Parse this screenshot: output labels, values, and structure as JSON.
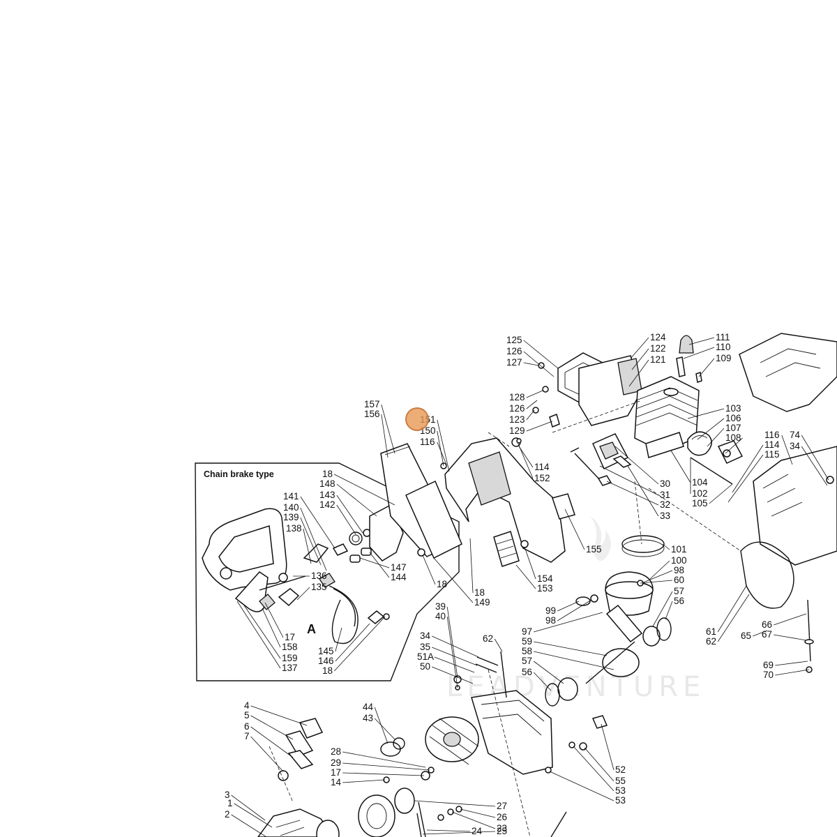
{
  "diagram": {
    "inset_title": "Chain brake type",
    "inset_callout": "A",
    "watermark": "LEADVENTURE",
    "colors": {
      "ink": "#111111",
      "paper": "#ffffff",
      "watermark": "#e8e8e8",
      "cursor": "#e8965a"
    },
    "labels": [
      {
        "id": "l125",
        "text": "125"
      },
      {
        "id": "l126a",
        "text": "126"
      },
      {
        "id": "l127",
        "text": "127"
      },
      {
        "id": "l124",
        "text": "124"
      },
      {
        "id": "l122",
        "text": "122"
      },
      {
        "id": "l121",
        "text": "121"
      },
      {
        "id": "l111",
        "text": "111"
      },
      {
        "id": "l110",
        "text": "110"
      },
      {
        "id": "l109",
        "text": "109"
      },
      {
        "id": "l128",
        "text": "128"
      },
      {
        "id": "l126b",
        "text": "126"
      },
      {
        "id": "l123",
        "text": "123"
      },
      {
        "id": "l129",
        "text": "129"
      },
      {
        "id": "l157",
        "text": "157"
      },
      {
        "id": "l156",
        "text": "156"
      },
      {
        "id": "l151",
        "text": "151"
      },
      {
        "id": "l150",
        "text": "150"
      },
      {
        "id": "l116a",
        "text": "116"
      },
      {
        "id": "l114a",
        "text": "114"
      },
      {
        "id": "l152",
        "text": "152"
      },
      {
        "id": "l103",
        "text": "103"
      },
      {
        "id": "l106",
        "text": "106"
      },
      {
        "id": "l107",
        "text": "107"
      },
      {
        "id": "l108",
        "text": "108"
      },
      {
        "id": "l116b",
        "text": "116"
      },
      {
        "id": "l74",
        "text": "74"
      },
      {
        "id": "l34a",
        "text": "34"
      },
      {
        "id": "l114b",
        "text": "114"
      },
      {
        "id": "l115",
        "text": "115"
      },
      {
        "id": "l104",
        "text": "104"
      },
      {
        "id": "l102",
        "text": "102"
      },
      {
        "id": "l105",
        "text": "105"
      },
      {
        "id": "l30",
        "text": "30"
      },
      {
        "id": "l31",
        "text": "31"
      },
      {
        "id": "l32",
        "text": "32"
      },
      {
        "id": "l33",
        "text": "33"
      },
      {
        "id": "l155",
        "text": "155"
      },
      {
        "id": "l18a",
        "text": "18"
      },
      {
        "id": "l148",
        "text": "148"
      },
      {
        "id": "l141",
        "text": "141"
      },
      {
        "id": "l143",
        "text": "143"
      },
      {
        "id": "l140",
        "text": "140"
      },
      {
        "id": "l142",
        "text": "142"
      },
      {
        "id": "l139",
        "text": "139"
      },
      {
        "id": "l138",
        "text": "138"
      },
      {
        "id": "l147",
        "text": "147"
      },
      {
        "id": "l144",
        "text": "144"
      },
      {
        "id": "l18b",
        "text": "18"
      },
      {
        "id": "l18c",
        "text": "18"
      },
      {
        "id": "l149",
        "text": "149"
      },
      {
        "id": "l154",
        "text": "154"
      },
      {
        "id": "l153",
        "text": "153"
      },
      {
        "id": "l136",
        "text": "136"
      },
      {
        "id": "l135",
        "text": "135"
      },
      {
        "id": "l17a",
        "text": "17"
      },
      {
        "id": "l158",
        "text": "158"
      },
      {
        "id": "l159",
        "text": "159"
      },
      {
        "id": "l137",
        "text": "137"
      },
      {
        "id": "l145",
        "text": "145"
      },
      {
        "id": "l146",
        "text": "146"
      },
      {
        "id": "l18d",
        "text": "18"
      },
      {
        "id": "l101",
        "text": "101"
      },
      {
        "id": "l100",
        "text": "100"
      },
      {
        "id": "l98a",
        "text": "98"
      },
      {
        "id": "l60",
        "text": "60"
      },
      {
        "id": "l57a",
        "text": "57"
      },
      {
        "id": "l56a",
        "text": "56"
      },
      {
        "id": "l39",
        "text": "39"
      },
      {
        "id": "l40",
        "text": "40"
      },
      {
        "id": "l99",
        "text": "99"
      },
      {
        "id": "l98b",
        "text": "98"
      },
      {
        "id": "l97",
        "text": "97"
      },
      {
        "id": "l59",
        "text": "59"
      },
      {
        "id": "l58",
        "text": "58"
      },
      {
        "id": "l57b",
        "text": "57"
      },
      {
        "id": "l56b",
        "text": "56"
      },
      {
        "id": "l34b",
        "text": "34"
      },
      {
        "id": "l35",
        "text": "35"
      },
      {
        "id": "l51A",
        "text": "51A"
      },
      {
        "id": "l50",
        "text": "50"
      },
      {
        "id": "l62a",
        "text": "62"
      },
      {
        "id": "l61",
        "text": "61"
      },
      {
        "id": "l62b",
        "text": "62"
      },
      {
        "id": "l65",
        "text": "65"
      },
      {
        "id": "l66",
        "text": "66"
      },
      {
        "id": "l67",
        "text": "67"
      },
      {
        "id": "l69",
        "text": "69"
      },
      {
        "id": "l70",
        "text": "70"
      },
      {
        "id": "l4",
        "text": "4"
      },
      {
        "id": "l5",
        "text": "5"
      },
      {
        "id": "l6",
        "text": "6"
      },
      {
        "id": "l7",
        "text": "7"
      },
      {
        "id": "l44",
        "text": "44"
      },
      {
        "id": "l43",
        "text": "43"
      },
      {
        "id": "l28",
        "text": "28"
      },
      {
        "id": "l29",
        "text": "29"
      },
      {
        "id": "l17b",
        "text": "17"
      },
      {
        "id": "l14",
        "text": "14"
      },
      {
        "id": "l3",
        "text": "3"
      },
      {
        "id": "l1",
        "text": "1"
      },
      {
        "id": "l2",
        "text": "2"
      },
      {
        "id": "l27",
        "text": "27"
      },
      {
        "id": "l26",
        "text": "26"
      },
      {
        "id": "l23",
        "text": "23"
      },
      {
        "id": "l24",
        "text": "24"
      },
      {
        "id": "l25",
        "text": "25"
      },
      {
        "id": "l52",
        "text": "52"
      },
      {
        "id": "l55",
        "text": "55"
      },
      {
        "id": "l53a",
        "text": "53"
      },
      {
        "id": "l53b",
        "text": "53"
      }
    ]
  }
}
